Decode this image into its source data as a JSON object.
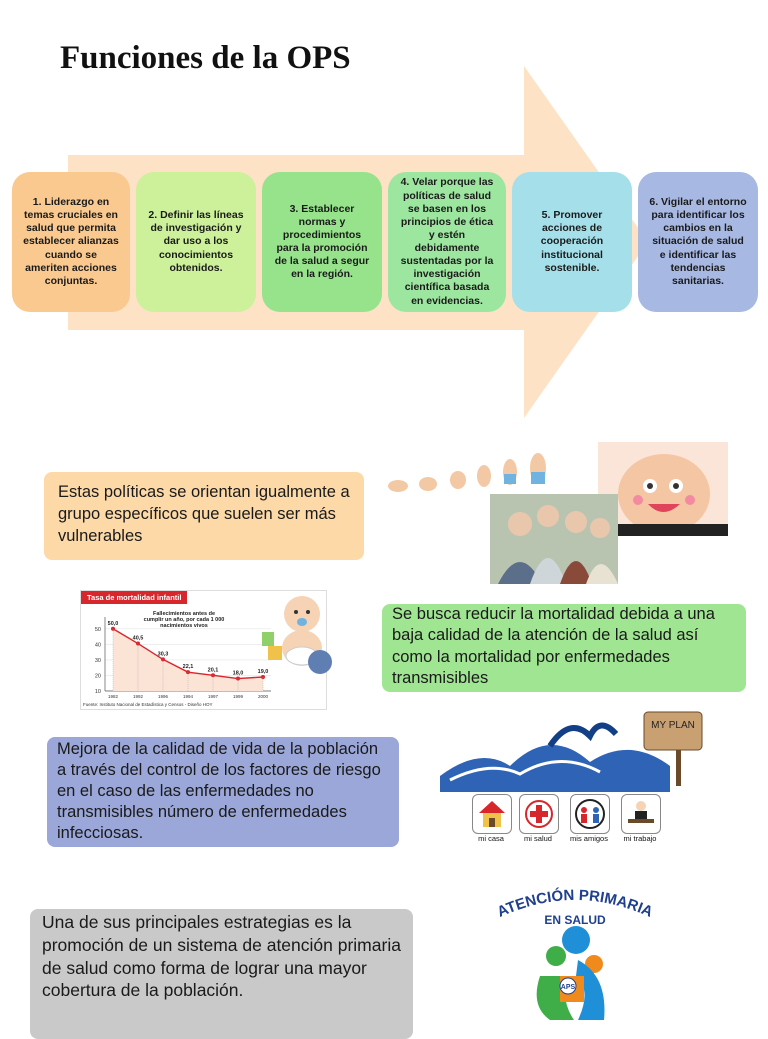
{
  "title": "Funciones de la OPS",
  "steps": [
    {
      "text": "1. Liderazgo en temas cruciales en salud que permita establecer alianzas cuando se ameriten acciones conjuntas.",
      "color": "#f9c98f"
    },
    {
      "text": "2. Definir las líneas de investigación y dar uso a los conocimientos obtenidos.",
      "color": "#ccf19a"
    },
    {
      "text": "3. Establecer normas y procedimientos para la promoción de la salud a segur en la región.",
      "color": "#96e38c"
    },
    {
      "text": "4. Velar porque las políticas de salud se basen en los principios de ética y estén debidamente sustentadas por la investigación científica basada en evidencias.",
      "color": "#9de6a0"
    },
    {
      "text": "5. Promover acciones de cooperación institucional sostenible.",
      "color": "#a5e0ea"
    },
    {
      "text": "6. Vigilar el entorno para identificar los cambios en la situación de salud e identificar las tendencias sanitarias.",
      "color": "#a7b8e3"
    }
  ],
  "notes": {
    "vulnerable": "Estas políticas se orientan igualmente a grupo específicos que suelen ser más vulnerables",
    "mortality": "Se busca reducir la mortalidad debida a una baja calidad de la atención de la salud así como la mortalidad por enfermedades transmisibles",
    "quality": "Mejora de la calidad de vida de la población a través del control de los factores de riesgo en el caso de las enfermedades no transmisibles número de enfermedades infecciosas.",
    "primary": "Una de sus principales estrategias es la promoción de un sistema de atención primaria de salud como forma de lograr una mayor cobertura de la población."
  },
  "chart": {
    "title": "Tasa de mortalidad infantil",
    "subtitle": "Fallecimientos antes de cumplir un año, por cada 1 000 nacimientos vivos",
    "footer": "Fuente: Instituto Nacional de Estadística y Censos - Diseño HOY"
  },
  "chart_data": {
    "type": "line",
    "title": "Tasa de mortalidad infantil",
    "x": [
      "1982",
      "1992",
      "1996",
      "1994",
      "1997",
      "1999",
      "2000"
    ],
    "values": [
      50.0,
      40.5,
      30.3,
      22.1,
      20.1,
      18.0,
      19.0
    ],
    "value_labels": [
      "50,0",
      "40,5",
      "30,3",
      "22,1",
      "20,1",
      "18,0",
      "19,0"
    ],
    "yticks": [
      "50",
      "40",
      "30",
      "20",
      "10"
    ],
    "ylim": [
      10,
      55
    ]
  },
  "plan": {
    "sign": "MY PLAN",
    "labels": [
      "mi casa",
      "mi salud",
      "mis amigos",
      "mi trabajo"
    ]
  },
  "aps": {
    "arc_text": "ATENCIÓN PRIMARIA",
    "sub_text": "EN SALUD",
    "badge": "APS"
  }
}
